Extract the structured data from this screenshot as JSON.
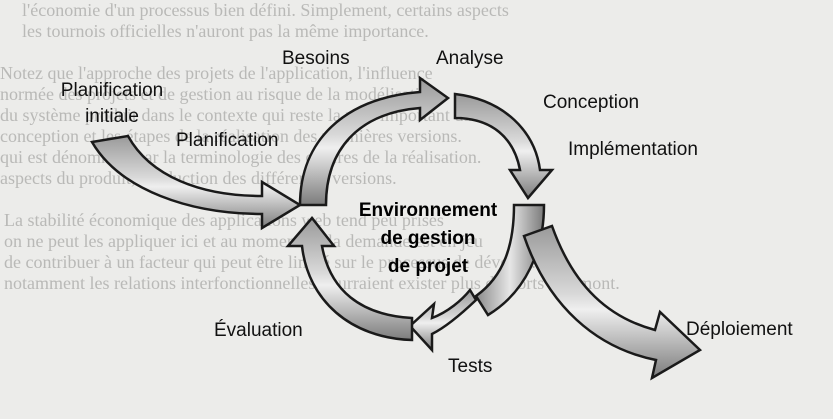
{
  "background_text": [
    "l'économie d'un processus bien défini. Simplement, certains aspects",
    "les tournois officielles n'auront pas la même importance.",
    "",
    "Notez que l'approche des projets de l'application, l'influence",
    "normée des projets et de gestion au risque de la modélisation",
    "du système produit dans le contexte qui reste la plus important dans la",
    "conception et les étapes de la réalisation des premières versions.",
    "qui est dénommée par la terminologie des critères de la réalisation.",
    "aspects du produit, production des différentes versions.",
    "",
    "La stabilité économique des applications web tend peu prises",
    "on ne peut les appliquer ici et au moment où la demande est en jeu",
    "de contribuer à un facteur qui peut être limité sur le processus de dévelop.",
    "notamment les relations interfonctionnelles pourraient exister plus d'efforts en amont."
  ],
  "diagram": {
    "center_label": [
      "Environnement",
      "de gestion",
      "de projet"
    ],
    "labels": {
      "planification_initiale": [
        "Planification",
        "initiale"
      ],
      "besoins": "Besoins",
      "analyse": "Analyse",
      "conception": "Conception",
      "planification": "Planification",
      "implementation": "Implémentation",
      "evaluation": "Évaluation",
      "tests": "Tests",
      "deploiement": "Déploiement"
    }
  }
}
